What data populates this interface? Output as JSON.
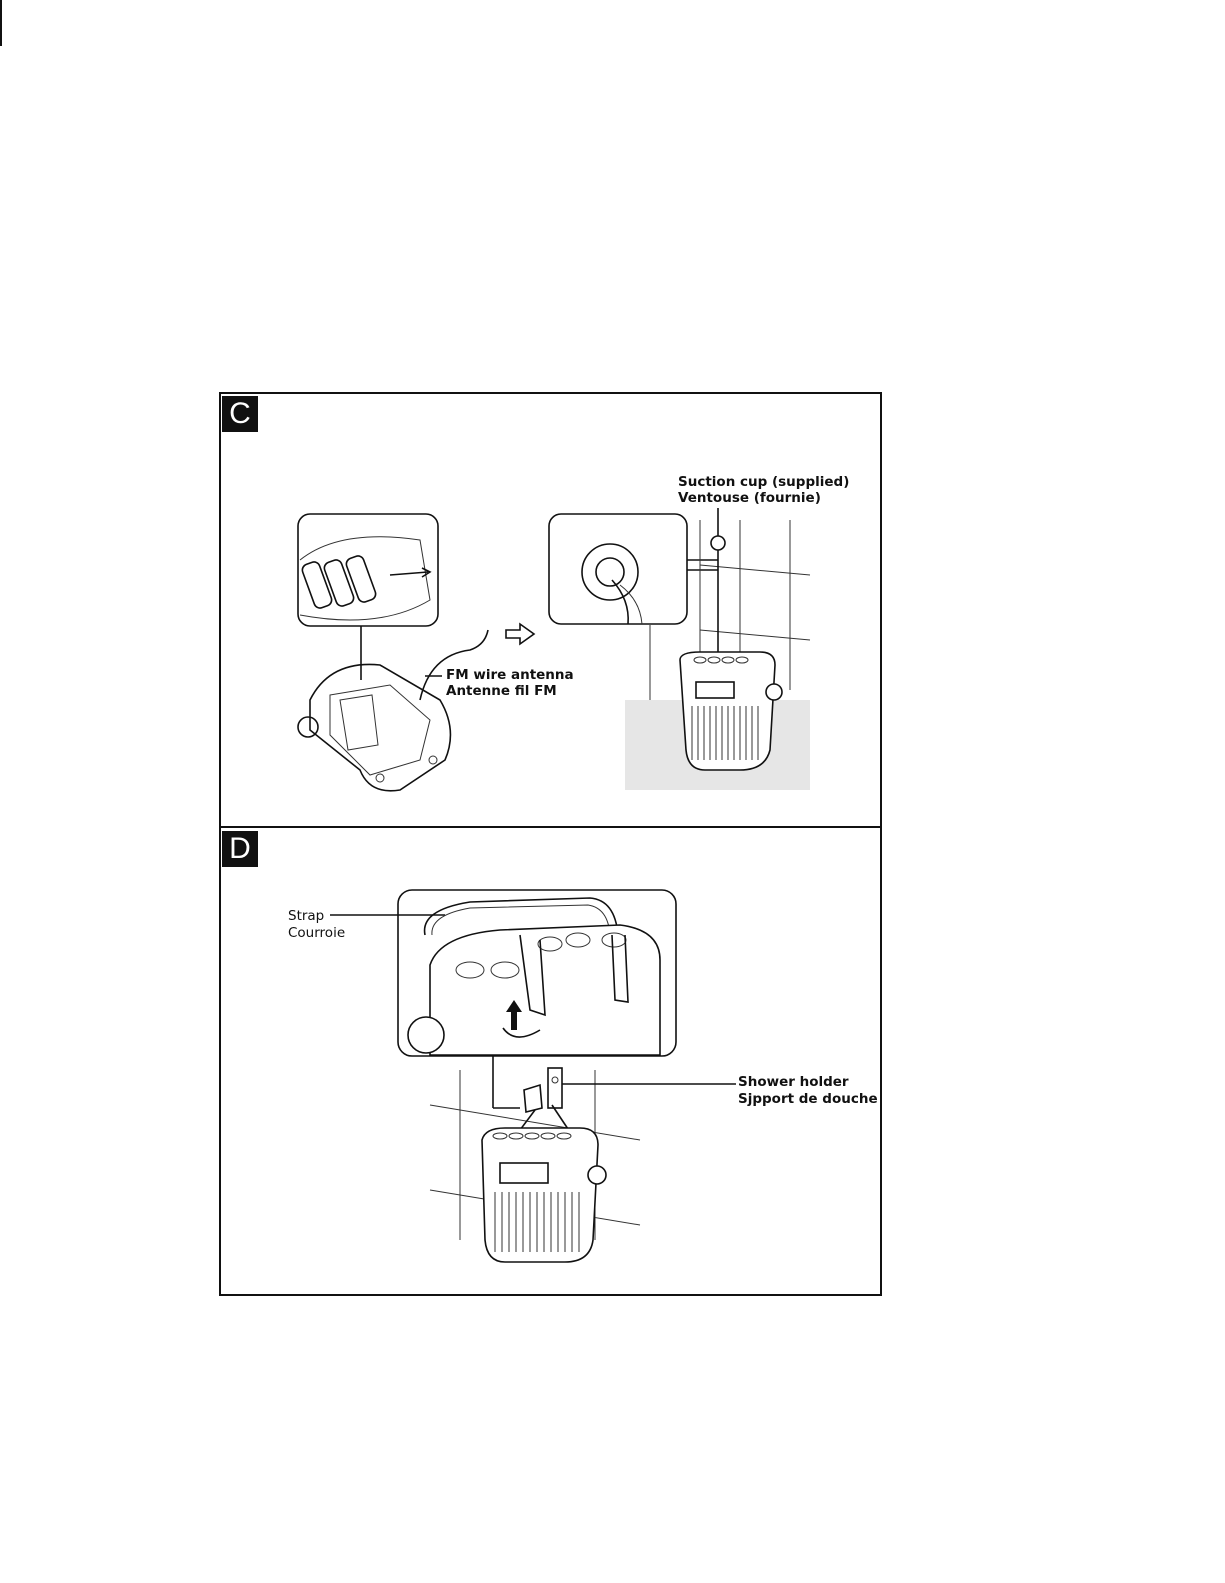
{
  "sections": [
    {
      "letter": "C",
      "labels": {
        "suction_cup_en": "Suction cup (supplied)",
        "suction_cup_fr": "Ventouse (fournie)",
        "antenna_en": "FM wire antenna",
        "antenna_fr": "Antenne fil FM"
      }
    },
    {
      "letter": "D",
      "labels": {
        "strap_en": "Strap",
        "strap_fr": "Courroie",
        "shower_holder_en": "Shower holder",
        "shower_holder_fr": "Sjpport de douche"
      }
    }
  ]
}
